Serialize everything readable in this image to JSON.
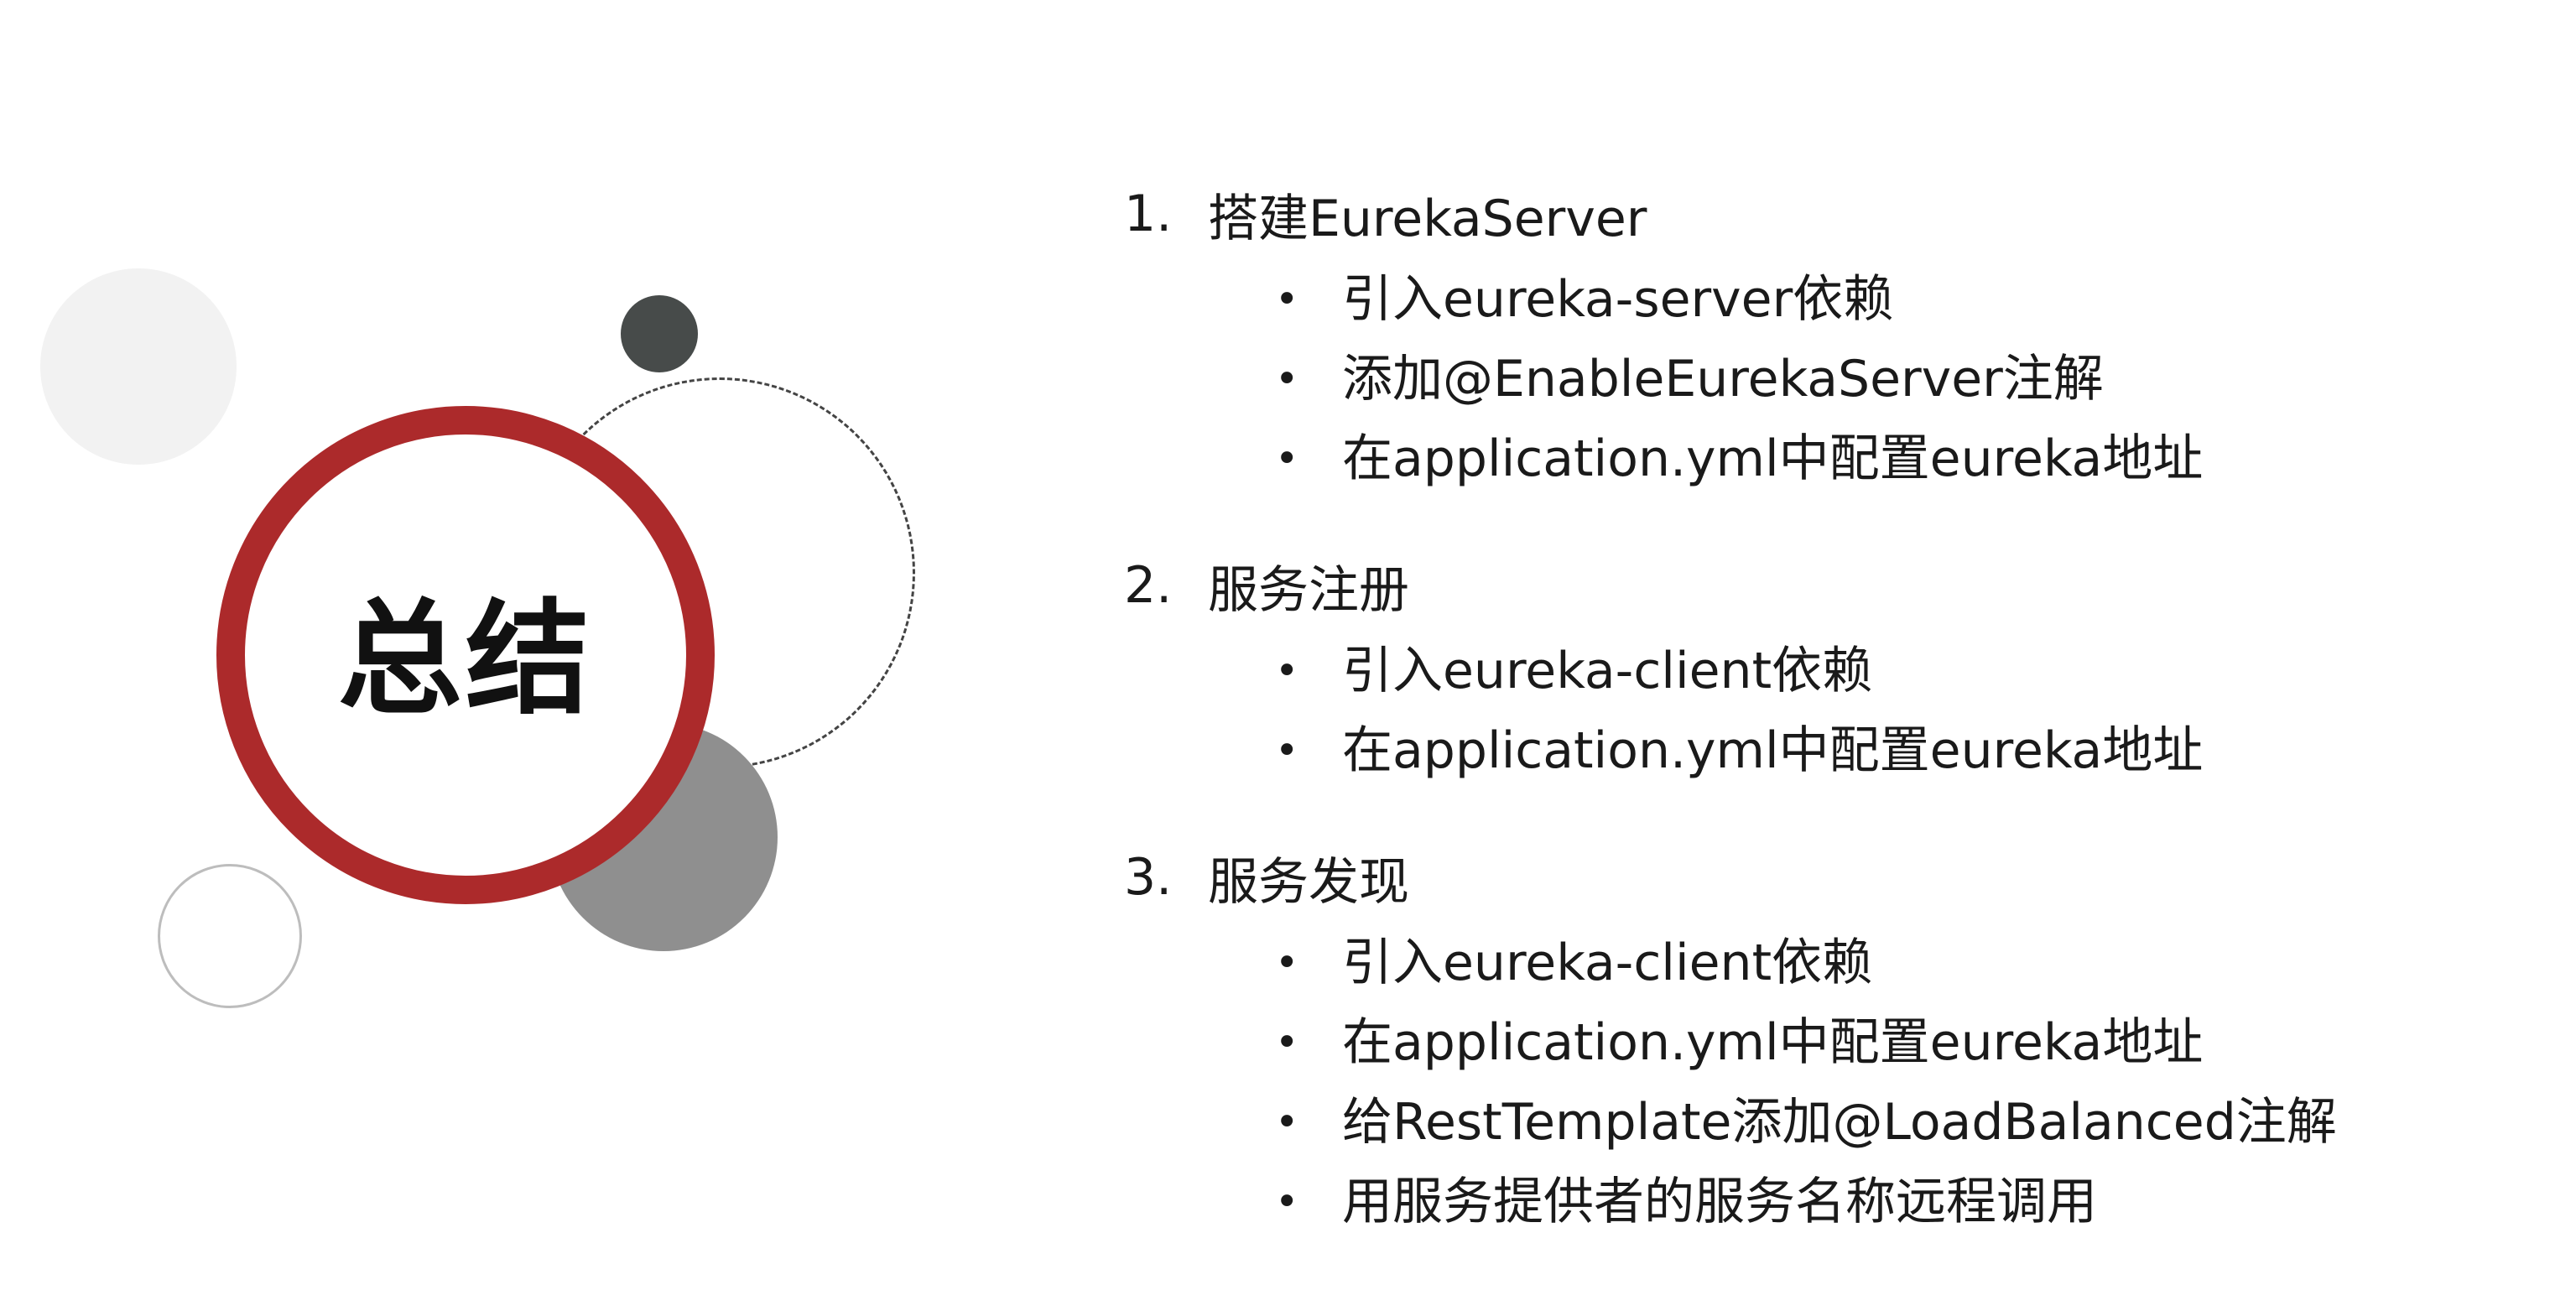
{
  "title": "总结",
  "sections": [
    {
      "number": "1.",
      "heading": "搭建EurekaServer",
      "items": [
        "引入eureka-server依赖",
        "添加@EnableEurekaServer注解",
        "在application.yml中配置eureka地址"
      ]
    },
    {
      "number": "2.",
      "heading": "服务注册",
      "items": [
        "引入eureka-client依赖",
        "在application.yml中配置eureka地址"
      ]
    },
    {
      "number": "3.",
      "heading": "服务发现",
      "items": [
        "引入eureka-client依赖",
        "在application.yml中配置eureka地址",
        "给RestTemplate添加@LoadBalanced注解",
        "用服务提供者的服务名称远程调用"
      ]
    }
  ],
  "bullet": "•",
  "colors": {
    "ring": "#ac2a2b",
    "dark_dot": "#474b4a",
    "gray_circle": "#8f8f8f",
    "light_circle": "#f2f2f2"
  }
}
